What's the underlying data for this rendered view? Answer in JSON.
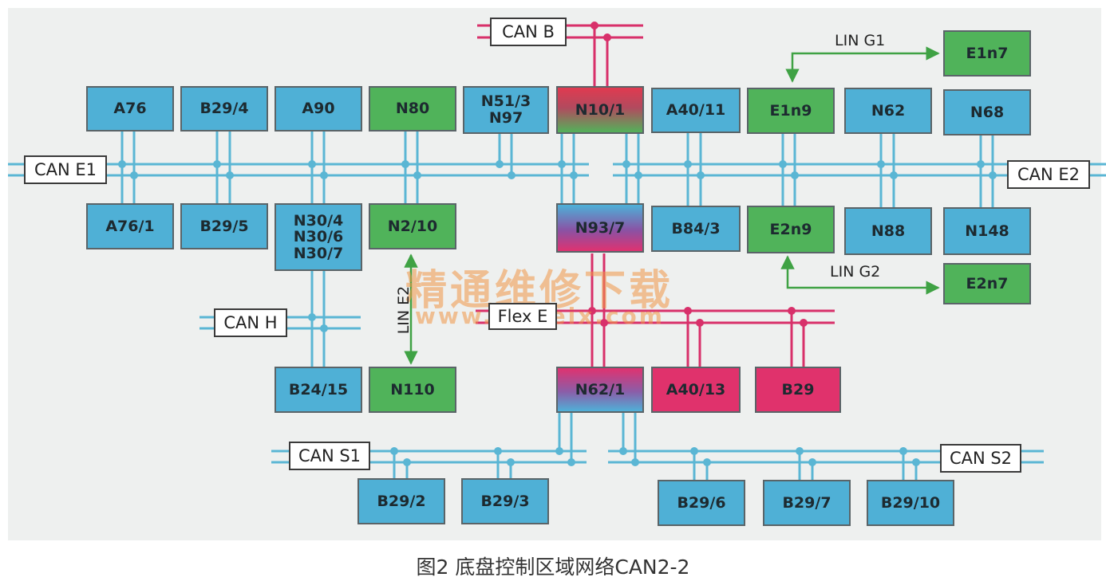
{
  "caption": "图2 底盘控制区域网络CAN2-2",
  "watermark": {
    "cn": "精通维修下载",
    "url": "www.gzweix.com"
  },
  "colors": {
    "can_line": "#5ab6d4",
    "pink_line": "#d8306a",
    "lin_arrow": "#3fa244",
    "node_blue": "#4fb0d6",
    "node_green": "#50b35a",
    "node_pink": "#e0326c"
  },
  "buses": {
    "can_b": "CAN B",
    "can_e1": "CAN E1",
    "can_e2": "CAN E2",
    "can_h": "CAN H",
    "flex_e": "Flex E",
    "can_s1": "CAN S1",
    "can_s2": "CAN S2"
  },
  "lin": {
    "g1": "LIN G1",
    "g2": "LIN G2",
    "e2": "LIN E2"
  },
  "nodes": {
    "a76": [
      "A76"
    ],
    "b29_4": [
      "B29/4"
    ],
    "a90": [
      "A90"
    ],
    "n80": [
      "N80"
    ],
    "n51_3": [
      "N51/3",
      "N97"
    ],
    "n10_1": [
      "N10/1"
    ],
    "a40_11": [
      "A40/11"
    ],
    "e1n9": [
      "E1n9"
    ],
    "n62": [
      "N62"
    ],
    "n68": [
      "N68"
    ],
    "e1n7": [
      "E1n7"
    ],
    "a76_1": [
      "A76/1"
    ],
    "b29_5": [
      "B29/5"
    ],
    "n30": [
      "N30/4",
      "N30/6",
      "N30/7"
    ],
    "n2_10": [
      "N2/10"
    ],
    "n93_7": [
      "N93/7"
    ],
    "b84_3": [
      "B84/3"
    ],
    "e2n9": [
      "E2n9"
    ],
    "n88": [
      "N88"
    ],
    "n148": [
      "N148"
    ],
    "e2n7": [
      "E2n7"
    ],
    "b24_15": [
      "B24/15"
    ],
    "n110": [
      "N110"
    ],
    "n62_1": [
      "N62/1"
    ],
    "a40_13": [
      "A40/13"
    ],
    "b29": [
      "B29"
    ],
    "b29_2": [
      "B29/2"
    ],
    "b29_3": [
      "B29/3"
    ],
    "b29_6": [
      "B29/6"
    ],
    "b29_7": [
      "B29/7"
    ],
    "b29_10": [
      "B29/10"
    ]
  }
}
